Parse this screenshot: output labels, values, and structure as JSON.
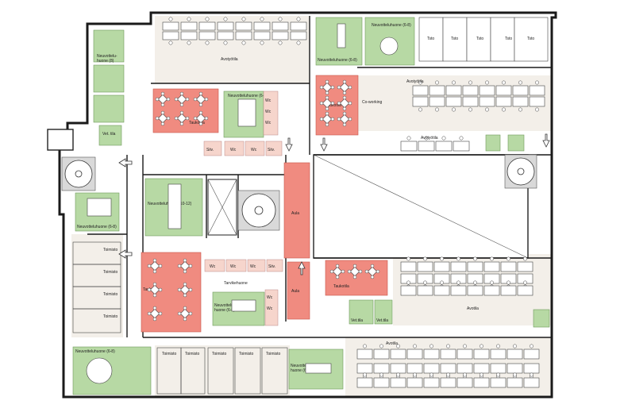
{
  "rooms": {
    "avotyotila_top": "Avotyötila",
    "avotyotila_right": "Avotyötila",
    "avotyotila_mid": "Avotyötila",
    "avotila_right": "Avotila",
    "avotila_bottom": "Avotila",
    "coworking": "Co-working",
    "neuvotteluhuone_top_left": "Neuvottelu-\nhuone (8)",
    "neuvotteluhuone_top_center": "Neuvotteluhuone (6-8)",
    "neuvotteluhuone_top_right": "Neuvotteluhuone (6-8)",
    "neuvotteluhuone_center_small": "Neuvotteluhuone (6-8)",
    "neuvotteluhuone_left_mid": "Neuvotteluhuone (6-8)",
    "neuvotteluhuone_center_big": "Neuvotteluhuone (10-12)",
    "neuvotteluhuone_bottom_left": "Neuvotteluhuone (6-8)",
    "neuvotteluhuone_bottom_center": "Neuvottelu-\nhuone (6-8)",
    "neuvotteluhuone_mid_lower": "Neuvottelu-\nhuone (6-8)",
    "taukotila_top_left": "Taukotila",
    "taukotila_top_center": "Taukotila",
    "taukotila_bottom_left": "Taukotila",
    "taukotila_bottom_right": "Taukotila",
    "aula_upper": "Aula",
    "aula_lower": "Aula",
    "tarvikehuone": "Tarvikehuone",
    "vet_tila_1": "Vet.tila",
    "vet_tila_2": "Vet.tila",
    "vet_tila_3": "Vet. tila",
    "siiv_1": "Siiv.",
    "siiv_2": "Siiv.",
    "siiv_3": "Siiv.",
    "wc": "Wc",
    "tsto": "Tsto",
    "toimisto": "Toimisto"
  }
}
